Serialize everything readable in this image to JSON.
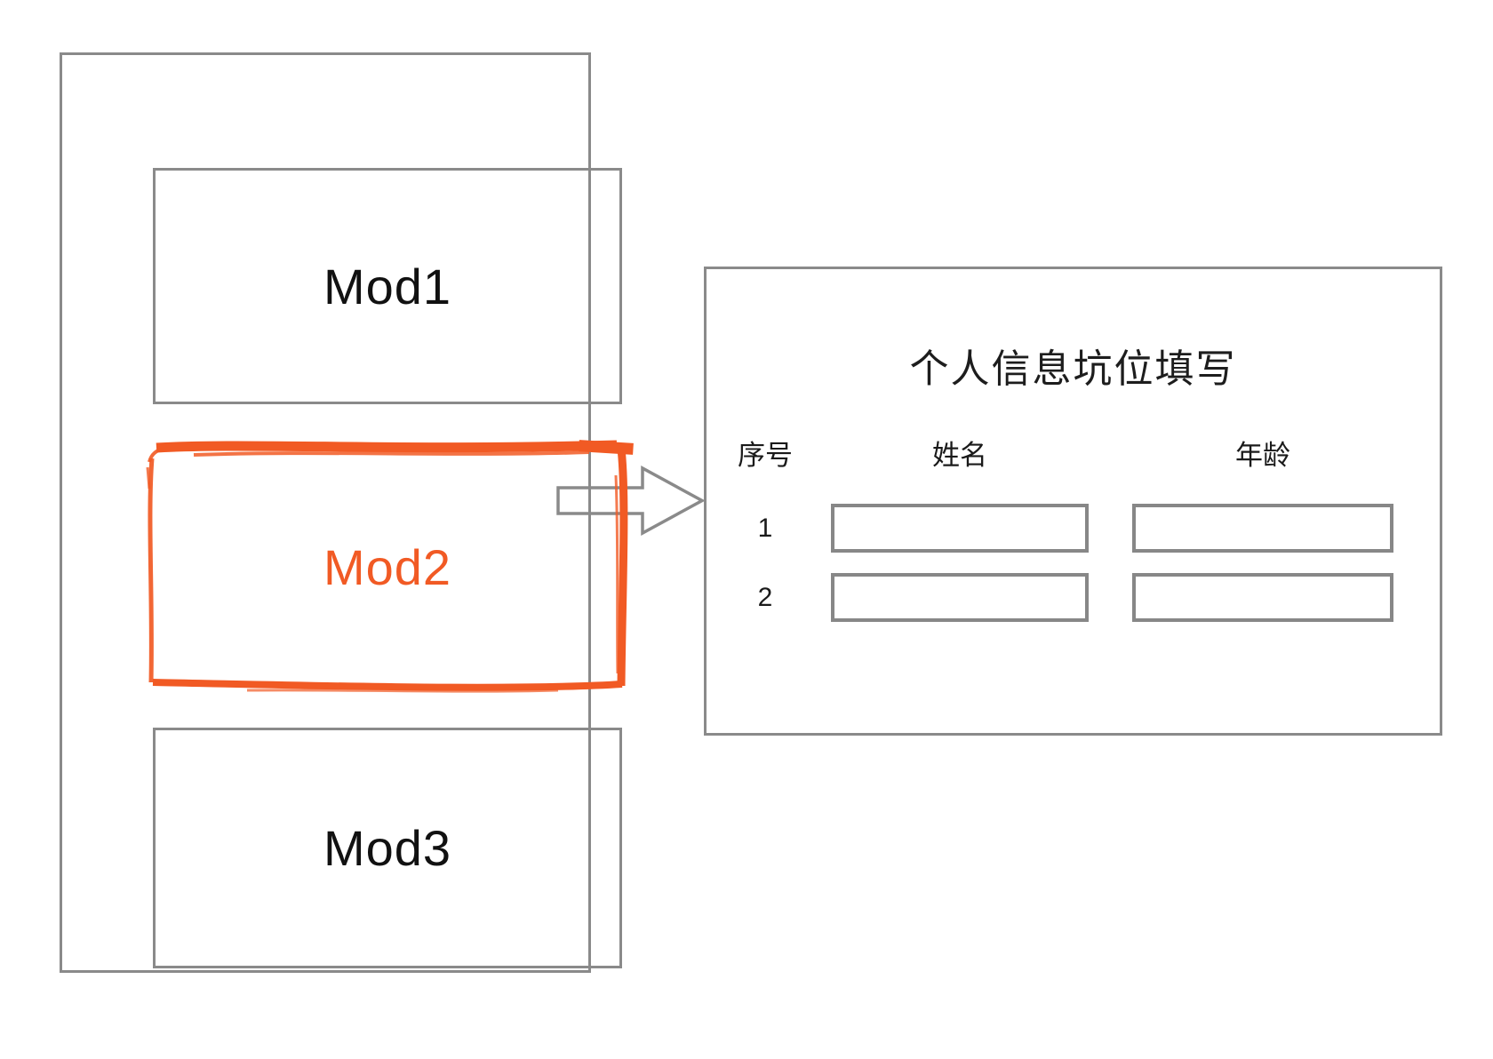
{
  "modules": [
    {
      "label": "Mod1",
      "highlighted": false
    },
    {
      "label": "Mod2",
      "highlighted": true
    },
    {
      "label": "Mod3",
      "highlighted": false
    }
  ],
  "panel": {
    "title": "个人信息坑位填写",
    "headers": {
      "index": "序号",
      "name": "姓名",
      "age": "年龄"
    },
    "rows": [
      {
        "index": "1",
        "name_value": "",
        "age_value": ""
      },
      {
        "index": "2",
        "name_value": "",
        "age_value": ""
      }
    ]
  },
  "colors": {
    "accent_orange": "#F15A24",
    "line_gray": "#8A8A8A",
    "text_black": "#111111"
  }
}
